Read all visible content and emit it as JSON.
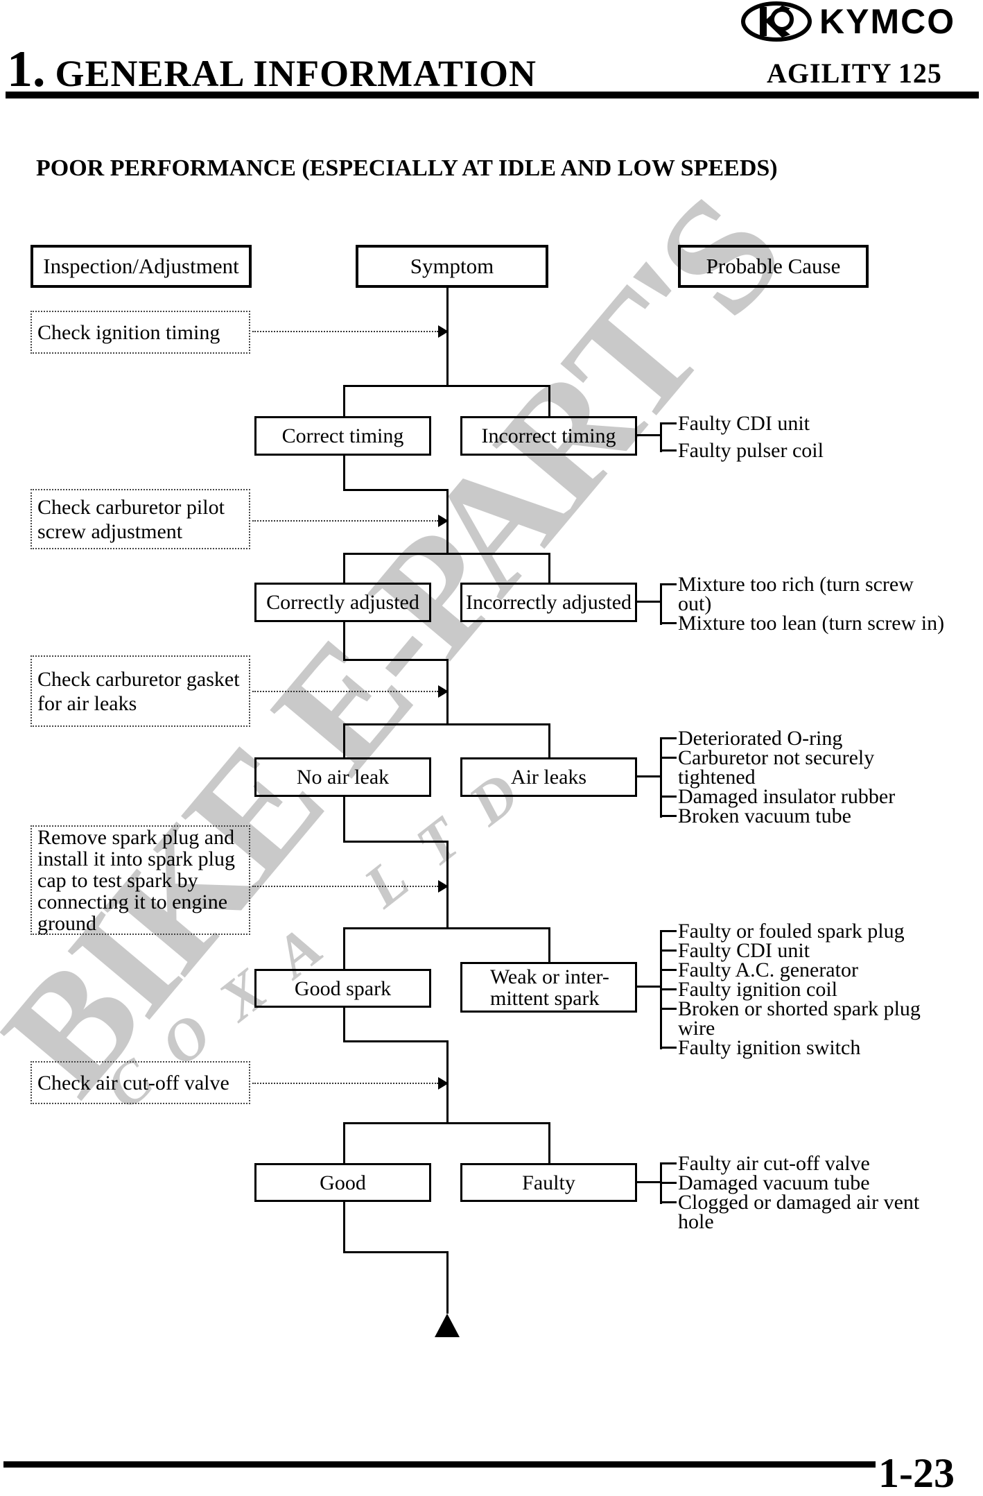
{
  "header": {
    "brand": "KYMCO",
    "chapter_number": "1.",
    "chapter_name": "GENERAL INFORMATION",
    "model": "AGILITY 125"
  },
  "title": "POOR PERFORMANCE (ESPECIALLY AT IDLE AND LOW SPEEDS)",
  "columns": {
    "inspection": "Inspection/Adjustment",
    "symptom": "Symptom",
    "probable_cause": "Probable Cause"
  },
  "watermark": {
    "primary": "BIKE E-PART'S",
    "secondary": "COXA LTD",
    "color": "#c9c9c9"
  },
  "flow": {
    "stages": [
      {
        "inspection": "Check ignition timing",
        "ok": "Correct timing",
        "fail": "Incorrect timing",
        "causes": [
          "Faulty CDI unit",
          "Faulty pulser coil"
        ]
      },
      {
        "inspection": "Check carburetor pilot\nscrew adjustment",
        "ok": "Correctly adjusted",
        "fail": "Incorrectly adjusted",
        "causes": [
          "Mixture too rich (turn screw\nout)",
          "Mixture too lean (turn screw in)"
        ]
      },
      {
        "inspection": "Check carburetor gasket\nfor air leaks",
        "ok": "No air leak",
        "fail": "Air leaks",
        "causes": [
          "Deteriorated O-ring",
          "Carburetor not securely\ntightened",
          "Damaged insulator rubber",
          "Broken vacuum tube"
        ]
      },
      {
        "inspection": "Remove spark plug and\ninstall it into spark plug\ncap to test spark by\nconnecting it to engine\nground",
        "ok": "Good spark",
        "fail": "Weak or inter-\nmittent spark",
        "causes": [
          "Faulty or fouled spark plug",
          "Faulty CDI unit",
          "Faulty A.C. generator",
          "Faulty ignition coil",
          "Broken or shorted spark plug\nwire",
          "Faulty ignition switch"
        ]
      },
      {
        "inspection": "Check air cut-off valve",
        "ok": "Good",
        "fail": "Faulty",
        "causes": [
          "Faulty air cut-off valve",
          "Damaged vacuum tube",
          "Clogged or damaged air vent\nhole"
        ]
      }
    ]
  },
  "footer": {
    "page_number": "1-23"
  }
}
